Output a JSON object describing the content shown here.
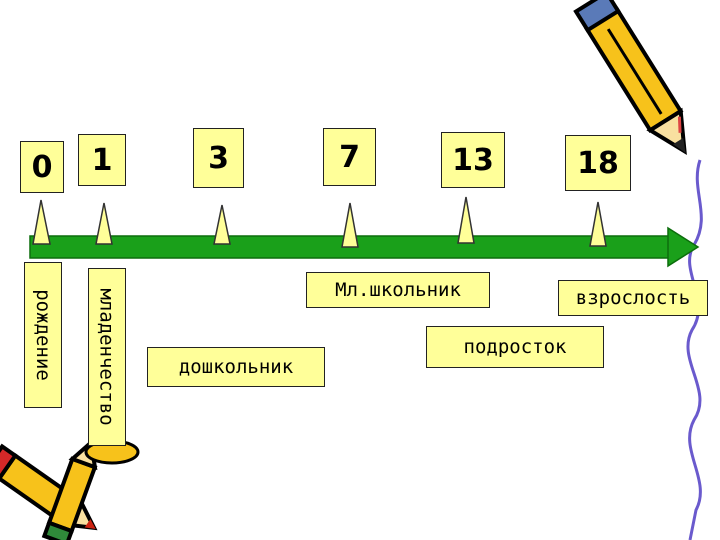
{
  "timeline": {
    "ages": [
      "0",
      "1",
      "3",
      "7",
      "13",
      "18"
    ],
    "stages": {
      "birth": "рождение",
      "infancy": "младенчество",
      "preschooler": "дошкольник",
      "junior_schooler": "Мл.школьник",
      "teenager": "подросток",
      "adulthood": "взрослость"
    },
    "colors": {
      "arrow": "#1aa01a",
      "label_fill": "#ffff99",
      "marker_fill": "#ffff99",
      "edge_line": "#6a5acd"
    }
  }
}
